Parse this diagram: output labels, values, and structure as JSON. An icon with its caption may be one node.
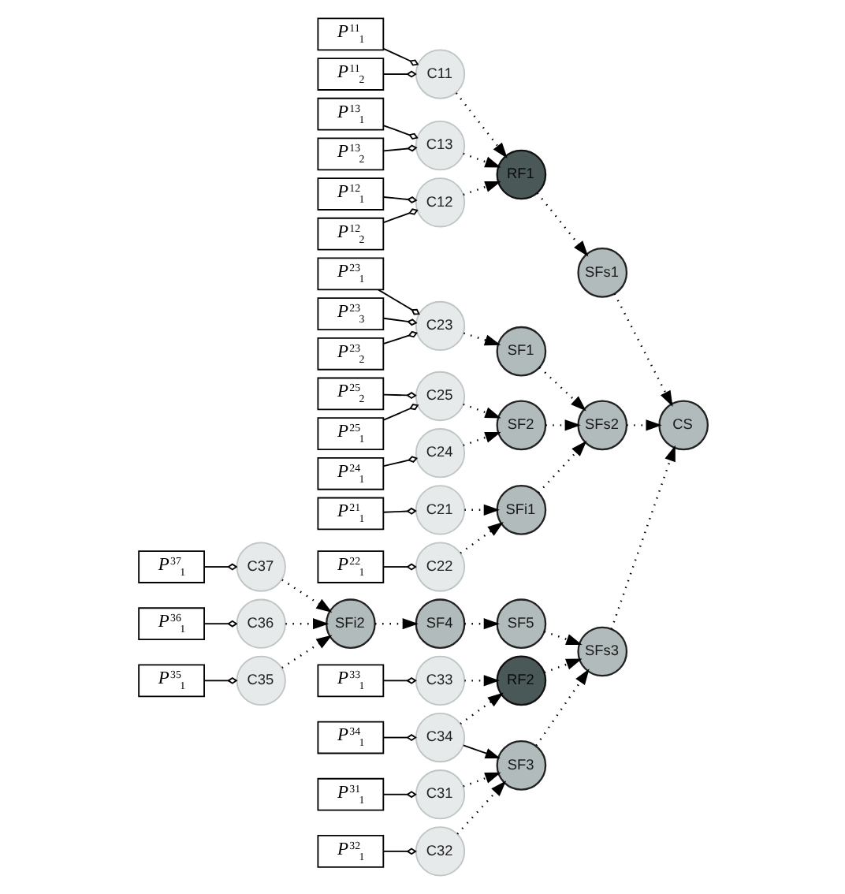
{
  "diagram": {
    "nodes": [
      {
        "text": [
          "*P*$^{23}$$_{1}$"
        ]
      },
      {
        "text": [
          "*P*$^{23}$$_{2}$"
        ]
      },
      {
        "text": [
          "C23"
        ]
      },
      {
        "text": [
          "SF1"
        ]
      },
      {
        "text": [
          "*P*$^{23}$$_{3}$"
        ]
      },
      {
        "text": [
          "*P*$^{22}$$_{1}$"
        ]
      },
      {
        "text": [
          "C22"
        ]
      },
      {
        "text": [
          "SFi1"
        ]
      },
      {
        "text": [
          "SFs2"
        ]
      },
      {
        "text": [
          "*P*$^{21}$$_{1}$"
        ]
      },
      {
        "text": [
          "C21"
        ]
      },
      {
        "text": [
          "*P*$^{24}$$_{1}$"
        ]
      },
      {
        "text": [
          "C24"
        ]
      },
      {
        "text": [
          "SF2"
        ]
      },
      {
        "text": [
          "*P*$^{25}$$_{1}$"
        ]
      },
      {
        "text": [
          "C25"
        ]
      },
      {
        "text": [
          "*P*$^{25}$$_{2}$"
        ]
      },
      {
        "text": [
          "*P*$^{11}$$_{1}$"
        ]
      },
      {
        "text": [
          "C11"
        ]
      },
      {
        "text": [
          "*P*$^{11}$$_{2}$"
        ]
      },
      {
        "text": [
          "*P*$^{12}$$_{1}$"
        ]
      },
      {
        "text": [
          "C12"
        ]
      },
      {
        "text": [
          "RF1"
        ]
      },
      {
        "text": [
          "SFs1"
        ]
      },
      {
        "text": [
          "CS"
        ]
      },
      {
        "text": [
          "*P*$^{12}$$_{2}$"
        ]
      },
      {
        "text": [
          "*P*$^{13}$$_{1}$"
        ]
      },
      {
        "text": [
          "C13"
        ]
      },
      {
        "text": [
          "*P*$^{13}$$_{2}$"
        ]
      },
      {
        "text": [
          "*P*$^{31}$$_{1}$"
        ]
      },
      {
        "text": [
          "C31"
        ]
      },
      {
        "text": [
          "SF3"
        ]
      },
      {
        "text": [
          "*P*$^{32}$$_{1}$"
        ]
      },
      {
        "text": [
          "C32"
        ]
      },
      {
        "text": [
          "*P*$^{34}$$_{1}$"
        ]
      },
      {
        "text": [
          "C34"
        ]
      },
      {
        "text": [
          "RF2"
        ]
      },
      {
        "text": [
          "SFs3"
        ]
      },
      {
        "text": [
          "*P*$^{33}$$_{1}$"
        ]
      },
      {
        "text": [
          "C33"
        ]
      },
      {
        "text": [
          "*P*$^{36}$$_{1}$"
        ]
      },
      {
        "text": [
          "C36"
        ]
      },
      {
        "text": [
          "SFi2"
        ]
      },
      {
        "text": [
          "SF4"
        ]
      },
      {
        "text": [
          "SF5"
        ]
      },
      {
        "text": [
          "*P*$^{37}$$_{1}$"
        ]
      },
      {
        "text": [
          "C37"
        ]
      },
      {
        "text": [
          "*P*$^{35}$$_{1}$"
        ]
      },
      {
        "text": [
          "C35"
        ]
      }
    ],
    "edges": [
      {
        "from": 0,
        "to": 2,
        "arrow": "other"
      },
      {
        "from": 1,
        "to": 2,
        "arrow": "other"
      },
      {
        "from": 4,
        "to": 2,
        "arrow": "other"
      },
      {
        "from": 2,
        "to": 3,
        "arrow": "to",
        "style": "dashed"
      },
      {
        "from": 5,
        "to": 6,
        "arrow": "other"
      },
      {
        "from": 6,
        "to": 7,
        "arrow": "to",
        "style": "dashed"
      },
      {
        "from": 9,
        "to": 10,
        "arrow": "other"
      },
      {
        "from": 10,
        "to": 7,
        "arrow": "to",
        "style": "dashed"
      },
      {
        "from": 3,
        "to": 8,
        "arrow": "to",
        "style": "dashed"
      },
      {
        "from": 7,
        "to": 8,
        "arrow": "to",
        "style": "dashed"
      },
      {
        "from": 11,
        "to": 12,
        "arrow": "other"
      },
      {
        "from": 12,
        "to": 13,
        "arrow": "to",
        "style": "dashed"
      },
      {
        "from": 14,
        "to": 15,
        "arrow": "other"
      },
      {
        "from": 16,
        "to": 15,
        "arrow": "other"
      },
      {
        "from": 15,
        "to": 13,
        "arrow": "to",
        "style": "dashed"
      },
      {
        "from": 13,
        "to": 8,
        "arrow": "to",
        "style": "dashed"
      },
      {
        "from": 8,
        "to": 24,
        "arrow": "to",
        "style": "dashed"
      },
      {
        "from": 17,
        "to": 18,
        "arrow": "other"
      },
      {
        "from": 19,
        "to": 18,
        "arrow": "other"
      },
      {
        "from": 18,
        "to": 22,
        "arrow": "to",
        "style": "dashed"
      },
      {
        "from": 20,
        "to": 21,
        "arrow": "other"
      },
      {
        "from": 25,
        "to": 21,
        "arrow": "other"
      },
      {
        "from": 21,
        "to": 22,
        "arrow": "to",
        "style": "dashed"
      },
      {
        "from": 26,
        "to": 27,
        "arrow": "other"
      },
      {
        "from": 28,
        "to": 27,
        "arrow": "other"
      },
      {
        "from": 27,
        "to": 22,
        "arrow": "to",
        "style": "dashed"
      },
      {
        "from": 22,
        "to": 23,
        "arrow": "to",
        "style": "dashed"
      },
      {
        "from": 23,
        "to": 24,
        "arrow": "to",
        "style": "dashed"
      },
      {
        "from": 29,
        "to": 30,
        "arrow": "other"
      },
      {
        "from": 30,
        "to": 31,
        "arrow": "to",
        "style": "dashed"
      },
      {
        "from": 32,
        "to": 33,
        "arrow": "other"
      },
      {
        "from": 33,
        "to": 31,
        "arrow": "to",
        "style": "dashed"
      },
      {
        "from": 34,
        "to": 35,
        "arrow": "other"
      },
      {
        "from": 35,
        "to": 31,
        "arrow": "to"
      },
      {
        "from": 35,
        "to": 36,
        "arrow": "to",
        "style": "dashed"
      },
      {
        "from": 38,
        "to": 39,
        "arrow": "other"
      },
      {
        "from": 39,
        "to": 36,
        "arrow": "to",
        "style": "dashed"
      },
      {
        "from": 31,
        "to": 37,
        "arrow": "to",
        "style": "dashed"
      },
      {
        "from": 36,
        "to": 37,
        "arrow": "to",
        "style": "dashed"
      },
      {
        "from": 40,
        "to": 41,
        "arrow": "other"
      },
      {
        "from": 41,
        "to": 42,
        "arrow": "to",
        "style": "dashed"
      },
      {
        "from": 45,
        "to": 46,
        "arrow": "other"
      },
      {
        "from": 46,
        "to": 42,
        "arrow": "to",
        "style": "dashed"
      },
      {
        "from": 47,
        "to": 48,
        "arrow": "other"
      },
      {
        "from": 48,
        "to": 42,
        "arrow": "to",
        "style": "dashed"
      },
      {
        "from": 42,
        "to": 43,
        "arrow": "to",
        "style": "dashed"
      },
      {
        "from": 43,
        "to": 44,
        "arrow": "to",
        "style": "dashed"
      },
      {
        "from": 44,
        "to": 37,
        "arrow": "to",
        "style": "dashed"
      },
      {
        "from": 37,
        "to": 24,
        "arrow": "to",
        "style": "dashed"
      }
    ]
  }
}
